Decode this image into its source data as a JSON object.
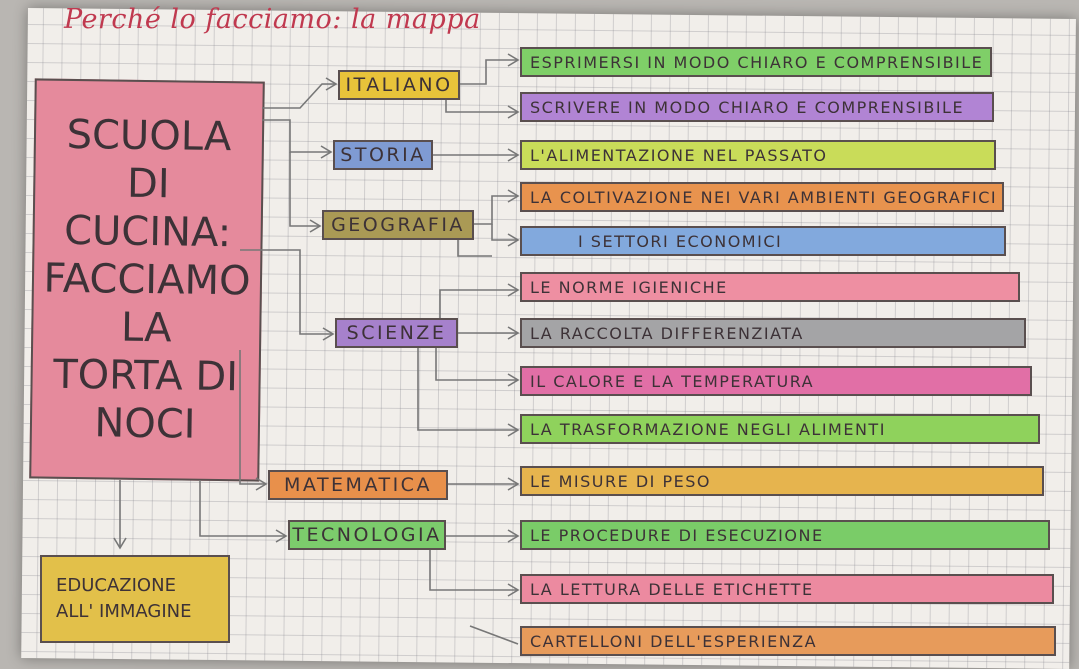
{
  "heading": "Perché lo facciamo: la mappa",
  "main_title": "SCUOLA\nDI\nCUCINA:\nFACCIAMO\nLA\nTORTA DI\nNOCI",
  "subjects": [
    {
      "label": "ITALIANO",
      "color": "#e8c33a"
    },
    {
      "label": "STORIA",
      "color": "#7f9bd3"
    },
    {
      "label": "GEOGRAFIA",
      "color": "#aa9a55"
    },
    {
      "label": "SCIENZE",
      "color": "#a681cc"
    },
    {
      "label": "MATEMATICA",
      "color": "#e8904b"
    },
    {
      "label": "TECNOLOGIA",
      "color": "#7ccc6c"
    }
  ],
  "topics": [
    {
      "label": "ESPRIMERSI IN MODO CHIARO E COMPRENSIBILE",
      "color": "#7fcf68"
    },
    {
      "label": "SCRIVERE IN MODO CHIARO E COMPRENSIBILE",
      "color": "#b184d4"
    },
    {
      "label": "L'ALIMENTAZIONE NEL PASSATO",
      "color": "#c9dc59"
    },
    {
      "label": "LA COLTIVAZIONE NEI VARI AMBIENTI GEOGRAFICI",
      "color": "#e8934e"
    },
    {
      "label": "I SETTORI ECONOMICI",
      "color": "#82a9dd"
    },
    {
      "label": "LE NORME IGIENICHE",
      "color": "#ee8fa2"
    },
    {
      "label": "LA RACCOLTA DIFFERENZIATA",
      "color": "#a4a4a6"
    },
    {
      "label": "IL CALORE E LA TEMPERATURA",
      "color": "#e16fa6"
    },
    {
      "label": "LA TRASFORMAZIONE NEGLI ALIMENTI",
      "color": "#8fd25c"
    },
    {
      "label": "LE MISURE DI PESO",
      "color": "#e6b44e"
    },
    {
      "label": "LE PROCEDURE DI ESECUZIONE",
      "color": "#7acc68"
    },
    {
      "label": "LA LETTURA DELLE ETICHETTE",
      "color": "#ec8aa0"
    },
    {
      "label": "CARTELLONI DELL'ESPERIENZA",
      "color": "#e79b5b"
    }
  ],
  "extra_box": {
    "label": "EDUCAZIONE\nALL' IMMAGINE",
    "color": "#e2c04a"
  },
  "paper_color": "#f1eeea",
  "main_box_color": "#e58a9c"
}
